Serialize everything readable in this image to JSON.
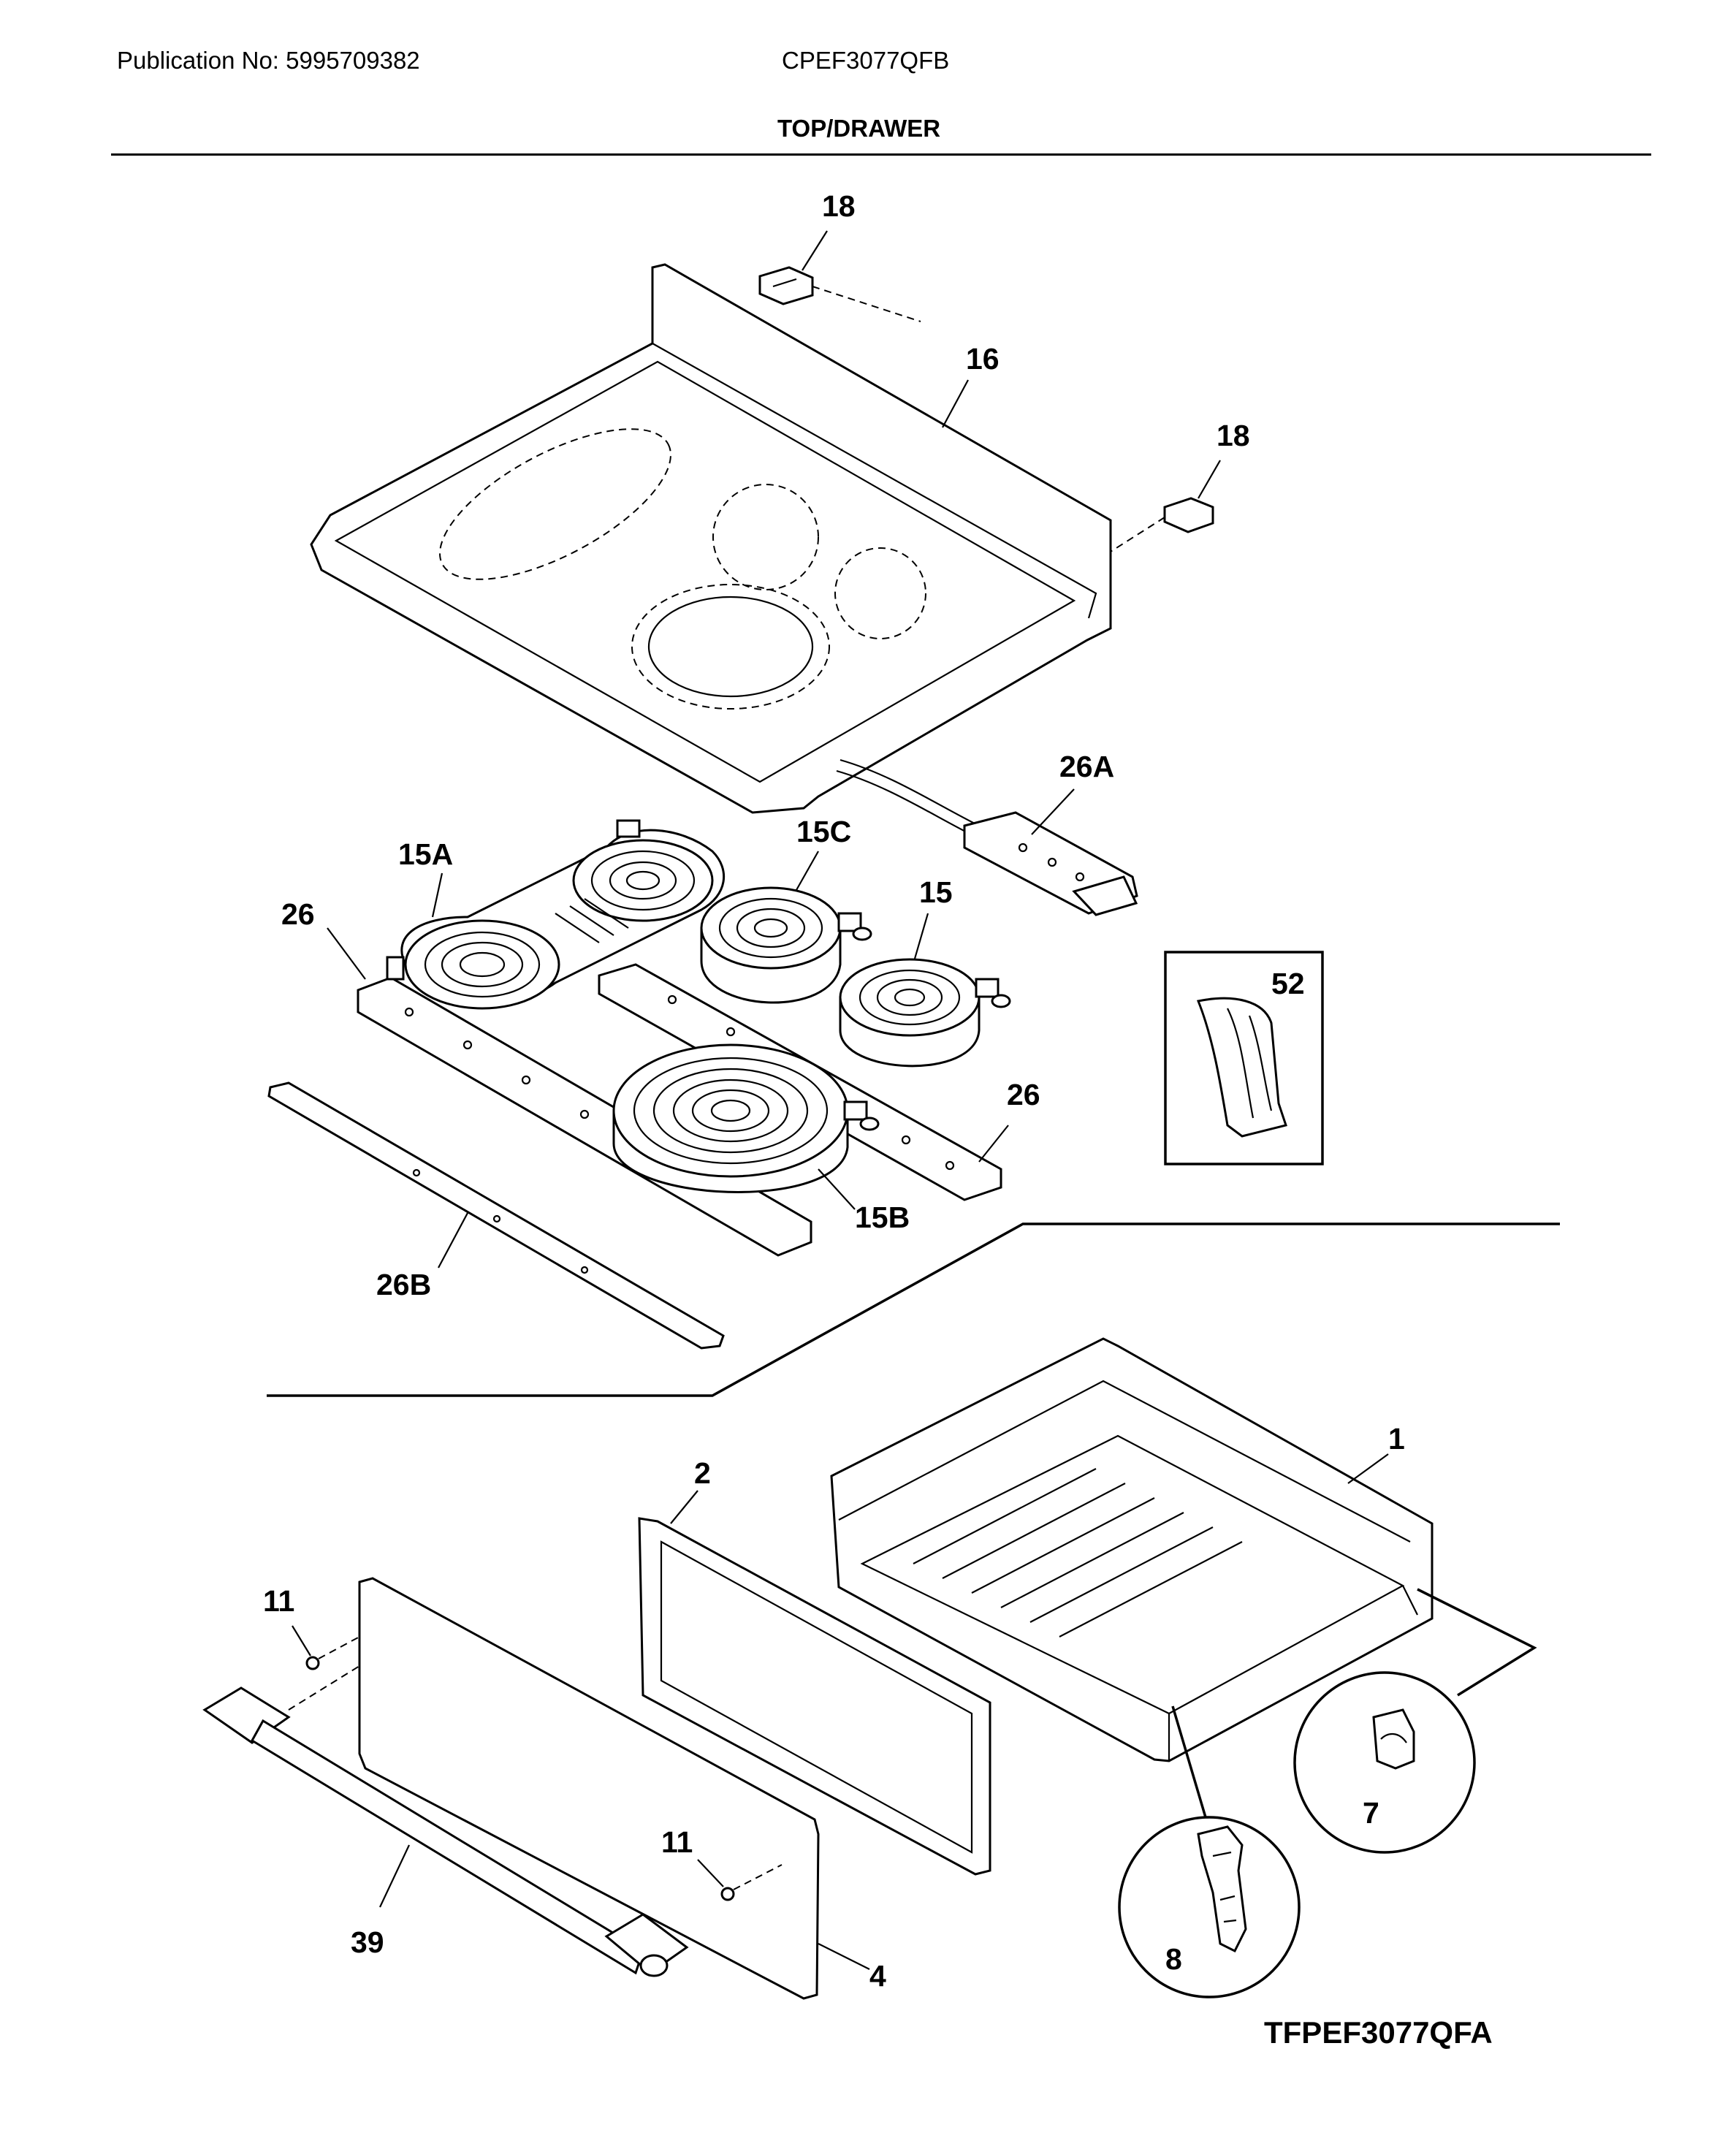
{
  "header": {
    "publication": "Publication No: 5995709382",
    "model": "CPEF3077QFB",
    "section_title": "TOP/DRAWER"
  },
  "callouts": {
    "c18a": "18",
    "c16": "16",
    "c18b": "18",
    "c26A": "26A",
    "c15A": "15A",
    "c15C": "15C",
    "c15": "15",
    "c26a": "26",
    "c52": "52",
    "c26b": "26",
    "c15B": "15B",
    "c26B": "26B",
    "c1": "1",
    "c2": "2",
    "c11a": "11",
    "c11b": "11",
    "c7": "7",
    "c8": "8",
    "c39": "39",
    "c4": "4"
  },
  "footer": {
    "figure_code": "TFPEF3077QFA"
  }
}
